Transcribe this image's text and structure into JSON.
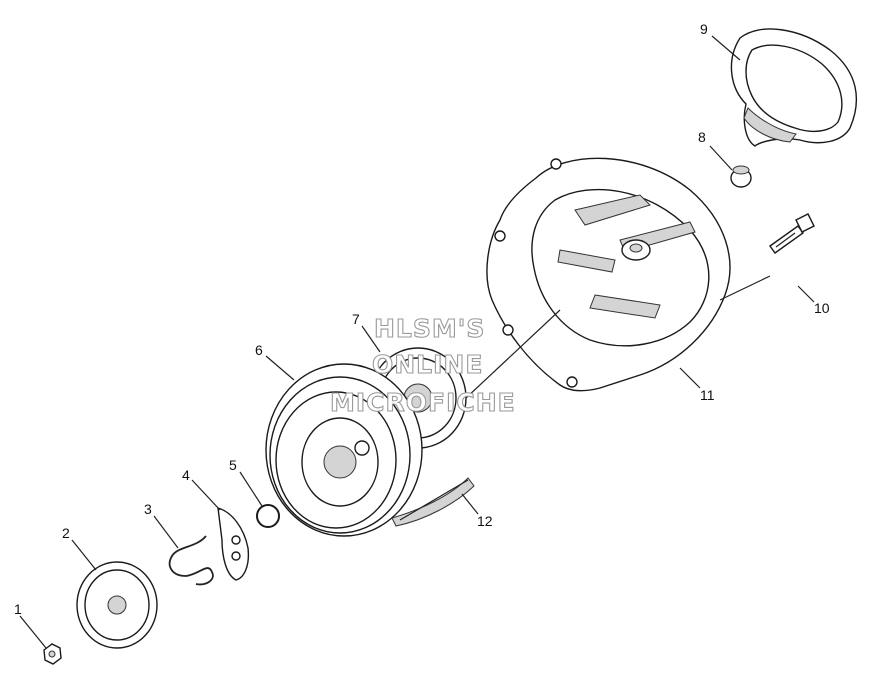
{
  "diagram": {
    "type": "exploded-parts-view",
    "callouts": [
      "1",
      "2",
      "3",
      "4",
      "5",
      "6",
      "7",
      "8",
      "9",
      "10",
      "11",
      "12"
    ],
    "watermark": {
      "line1": "HLSM'S",
      "line2": "ONLINE",
      "line3": "MICROFICHE"
    }
  }
}
